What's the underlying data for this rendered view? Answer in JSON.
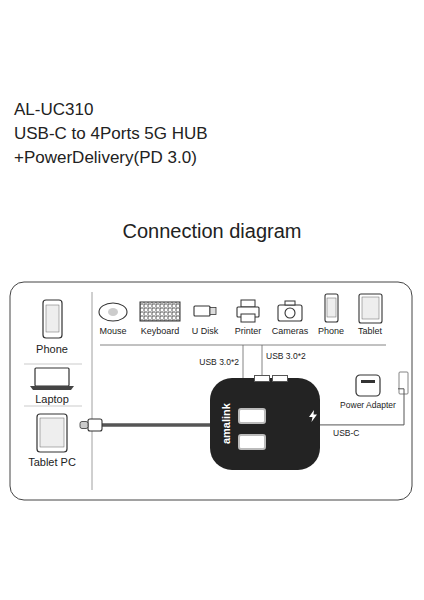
{
  "diagram": {
    "title": "Connection diagram",
    "nodes": [
      {
        "text": [
          "amalink"
        ]
      },
      {
        "text": [
          "Power Adapter"
        ]
      }
    ],
    "edges": [
      {
        "from": 1,
        "to": 0,
        "arrow": "none",
        "label": "USB-C"
      }
    ],
    "labels": [
      "AL-UC310",
      "USB-C to 4Ports 5G HUB",
      "+PowerDelivery(PD 3.0)",
      "Phone",
      "Laptop",
      "Tablet PC",
      "Mouse",
      "Keyboard",
      "U Disk",
      "Printer",
      "Cameras",
      "Phone",
      "Tablet",
      "USB 3.0*2",
      "USB 3.0*2"
    ]
  }
}
